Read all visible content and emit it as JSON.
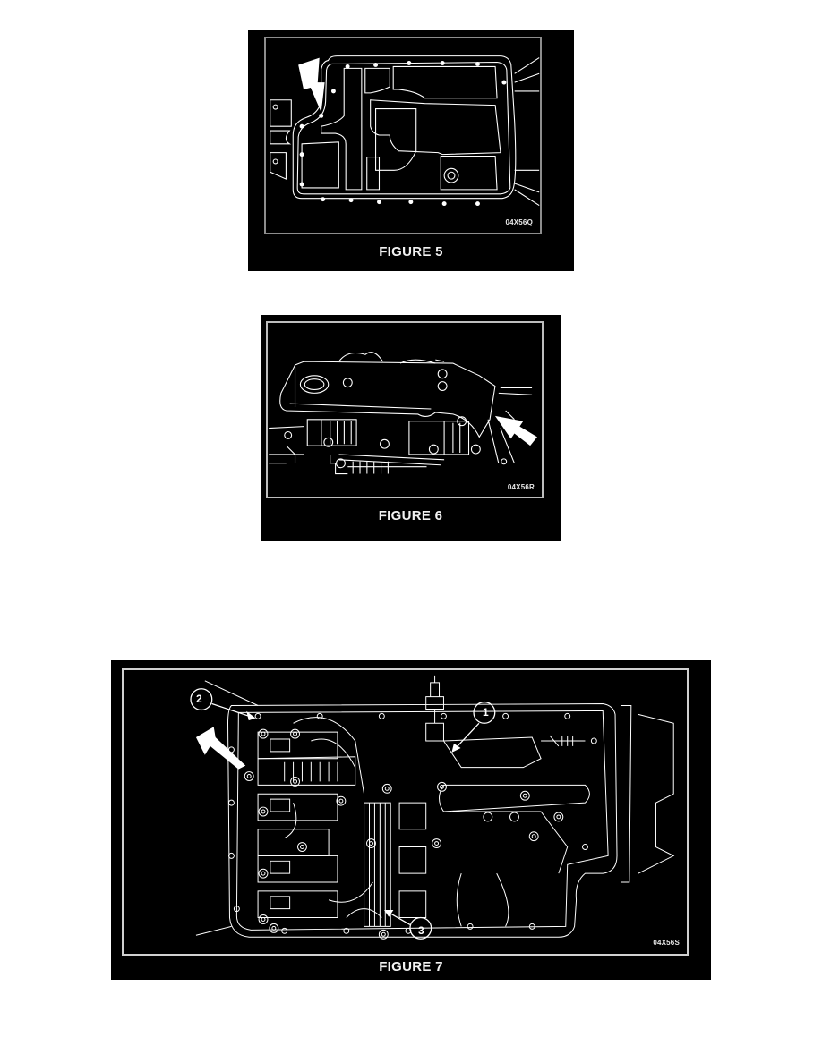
{
  "figures": [
    {
      "id": "figure-5",
      "caption": "FIGURE 5",
      "image_code": "04X56Q",
      "subject": "transmission oil pan outline with bolts",
      "callouts": [
        {
          "type": "arrow",
          "direction": "down",
          "icon": "arrow-icon"
        }
      ]
    },
    {
      "id": "figure-6",
      "caption": "FIGURE 6",
      "image_code": "04X56R",
      "subject": "valve body cover and solenoid connectors",
      "callouts": [
        {
          "type": "arrow",
          "direction": "up-left",
          "icon": "arrow-icon"
        }
      ]
    },
    {
      "id": "figure-7",
      "caption": "FIGURE 7",
      "image_code": "04X56S",
      "subject": "valve body with solenoids and bolts",
      "callouts": [
        {
          "type": "arrow",
          "direction": "down-right",
          "icon": "arrow-icon"
        },
        {
          "type": "numbered",
          "label": "1"
        },
        {
          "type": "numbered",
          "label": "2"
        },
        {
          "type": "numbered",
          "label": "3"
        }
      ]
    }
  ],
  "colors": {
    "background": "#ffffff",
    "figure_bg": "#000000",
    "line_art": "#ffffff",
    "frame": "#9a9a9a"
  }
}
